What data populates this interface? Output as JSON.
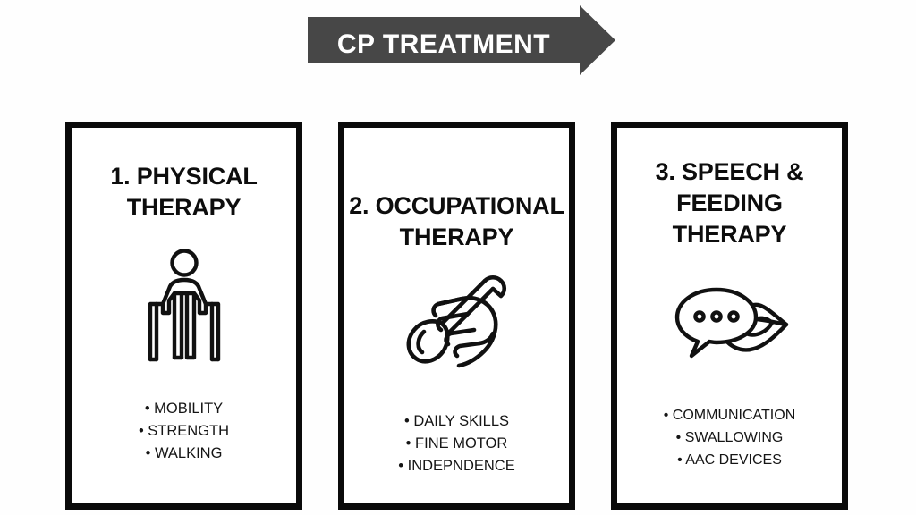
{
  "banner": {
    "title": "CP TREATMENT",
    "shape": "right-arrow",
    "fill_color": "#474747",
    "text_color": "#ffffff"
  },
  "theme": {
    "background": "#ffffff",
    "border_color": "#0a0a0a",
    "text_color": "#0d0d0d"
  },
  "cards": [
    {
      "title_line1": "1. PHYSICAL",
      "title_line2": "THERAPY",
      "icon": "person-with-walker-icon",
      "bullets": [
        "• MOBILITY",
        "• STRENGTH",
        "• WALKING"
      ]
    },
    {
      "title_line1": "2. OCCUPATIONAL",
      "title_line2": "THERAPY",
      "icon": "hand-holding-spoon-icon",
      "bullets": [
        "• DAILY SKILLS",
        "• FINE MOTOR",
        "• INDEPNDENCE"
      ]
    },
    {
      "title_line1": "3. SPEECH &",
      "title_line2": "FEEDING",
      "title_line3": "THERAPY",
      "icon": "speech-bubble-and-lips-icon",
      "bullets": [
        "• COMMUNICATION",
        "• SWALLOWING",
        "• AAC DEVICES"
      ]
    }
  ]
}
